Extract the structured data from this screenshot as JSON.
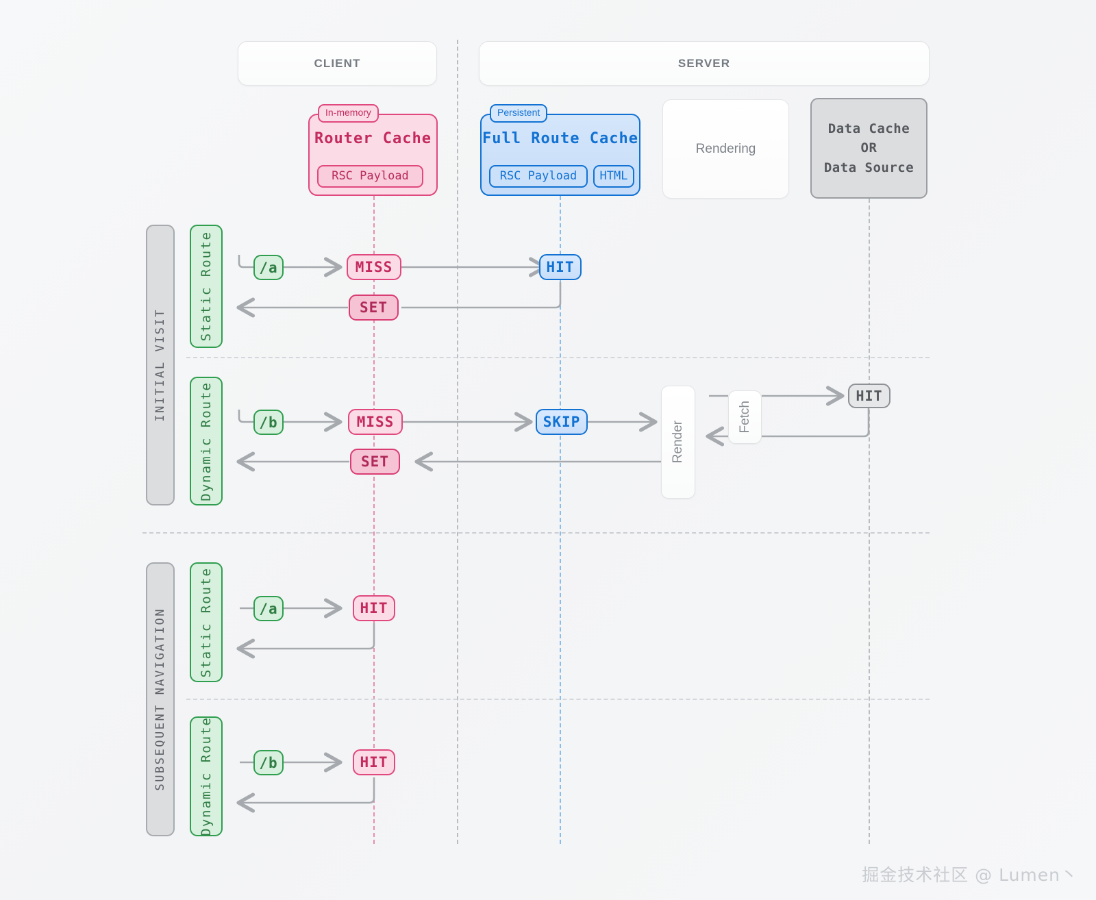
{
  "actors": [
    {
      "id": "client",
      "label": "CLIENT"
    },
    {
      "id": "server",
      "label": "SERVER"
    }
  ],
  "components": [
    {
      "id": "router-cache",
      "tag": "In-memory",
      "title": "Router Cache",
      "chips": [
        "RSC Payload"
      ],
      "color": "#e0487e"
    },
    {
      "id": "full-route-cache",
      "tag": "Persistent",
      "title": "Full Route Cache",
      "chips": [
        "RSC Payload",
        "HTML"
      ],
      "color": "#1272d3"
    },
    {
      "id": "rendering",
      "title": "Rendering",
      "color": "#7c8288"
    },
    {
      "id": "data-cache",
      "lines": [
        "Data Cache",
        "OR",
        "Data Source"
      ],
      "color": "#9a9da1"
    }
  ],
  "phases": [
    {
      "id": "initial-visit",
      "label": "INITIAL VISIT"
    },
    {
      "id": "subsequent-navigation",
      "label": "SUBSEQUENT NAVIGATION"
    }
  ],
  "rows": [
    {
      "id": "initial-static",
      "phase": "INITIAL VISIT",
      "route_label": "Static Route",
      "path": "/a",
      "steps": [
        {
          "name": "router-cache-status",
          "label": "MISS",
          "style": "pink"
        },
        {
          "name": "full-route-cache-status",
          "label": "HIT",
          "style": "blue"
        },
        {
          "name": "router-cache-write",
          "label": "SET",
          "style": "pink-solid"
        }
      ]
    },
    {
      "id": "initial-dynamic",
      "phase": "INITIAL VISIT",
      "route_label": "Dynamic Route",
      "path": "/b",
      "steps": [
        {
          "name": "router-cache-status",
          "label": "MISS",
          "style": "pink"
        },
        {
          "name": "full-route-cache-status",
          "label": "SKIP",
          "style": "blue"
        },
        {
          "name": "render-box",
          "label": "Render",
          "style": "vbox"
        },
        {
          "name": "fetch-box",
          "label": "Fetch",
          "style": "vbox"
        },
        {
          "name": "data-cache-status",
          "label": "HIT",
          "style": "gray"
        },
        {
          "name": "router-cache-write",
          "label": "SET",
          "style": "pink-solid"
        }
      ]
    },
    {
      "id": "subsequent-static",
      "phase": "SUBSEQUENT NAVIGATION",
      "route_label": "Static Route",
      "path": "/a",
      "steps": [
        {
          "name": "router-cache-status",
          "label": "HIT",
          "style": "pink"
        }
      ]
    },
    {
      "id": "subsequent-dynamic",
      "phase": "SUBSEQUENT NAVIGATION",
      "route_label": "Dynamic Route",
      "path": "/b",
      "steps": [
        {
          "name": "router-cache-status",
          "label": "HIT",
          "style": "pink"
        }
      ]
    }
  ],
  "watermark": "掘金技术社区 @ Lumen丶",
  "colors": {
    "background": "#f5f6f7",
    "pink": "#e0487e",
    "blue": "#1272d3",
    "green": "#2f9e4f",
    "gray": "#9a9da1",
    "wire": "#a6aaae"
  }
}
